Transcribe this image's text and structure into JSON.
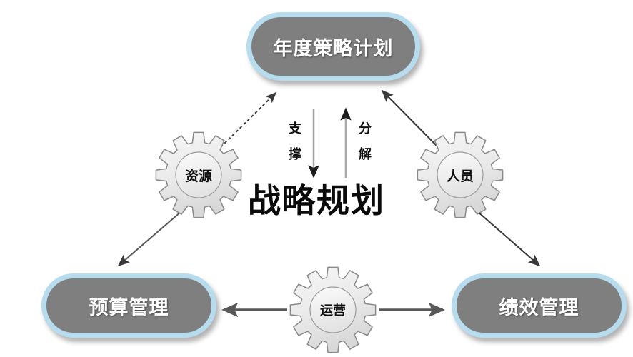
{
  "diagram": {
    "center_title": "战略规划",
    "nodes": {
      "top": {
        "label": "年度策略计划",
        "type": "pill"
      },
      "bottom_left": {
        "label": "预算管理",
        "type": "pill"
      },
      "bottom_right": {
        "label": "绩效管理",
        "type": "pill"
      },
      "gear_left": {
        "label": "资源",
        "type": "gear"
      },
      "gear_right": {
        "label": "人员",
        "type": "gear"
      },
      "gear_bottom": {
        "label": "运营",
        "type": "gear"
      }
    },
    "relations": {
      "support": {
        "char1": "支",
        "char2": "撑",
        "direction": "down"
      },
      "decompose": {
        "char1": "分",
        "char2": "解",
        "direction": "up"
      }
    },
    "colors": {
      "pill_fill": "#7f7f7f",
      "pill_border": "#b6dcee",
      "pill_text": "#ffffff",
      "gear_fill": "#eeeeee",
      "gear_stroke": "#8a8a8a",
      "arrow_dark": "#58585a",
      "arrow_center": "#9a9a9a",
      "title_color": "#0a0a0a",
      "background": "#ffffff"
    },
    "edges": [
      {
        "name": "resource-to-annual-plan",
        "style": "dashed",
        "from": "gear_left",
        "to": "top"
      },
      {
        "name": "resource-to-budget",
        "style": "solid",
        "from": "gear_left",
        "to": "bottom_left"
      },
      {
        "name": "people-to-annual-plan",
        "style": "solid",
        "from": "gear_right",
        "to": "top"
      },
      {
        "name": "people-to-performance",
        "style": "solid",
        "from": "gear_right",
        "to": "bottom_right"
      },
      {
        "name": "operation-to-budget",
        "style": "solid",
        "from": "gear_bottom",
        "to": "bottom_left"
      },
      {
        "name": "operation-to-performance",
        "style": "solid",
        "from": "gear_bottom",
        "to": "bottom_right"
      },
      {
        "name": "support-down-arrow",
        "style": "solid",
        "from": "top",
        "to": "center_title"
      },
      {
        "name": "decompose-up-arrow",
        "style": "solid",
        "from": "center_title",
        "to": "top"
      }
    ]
  }
}
